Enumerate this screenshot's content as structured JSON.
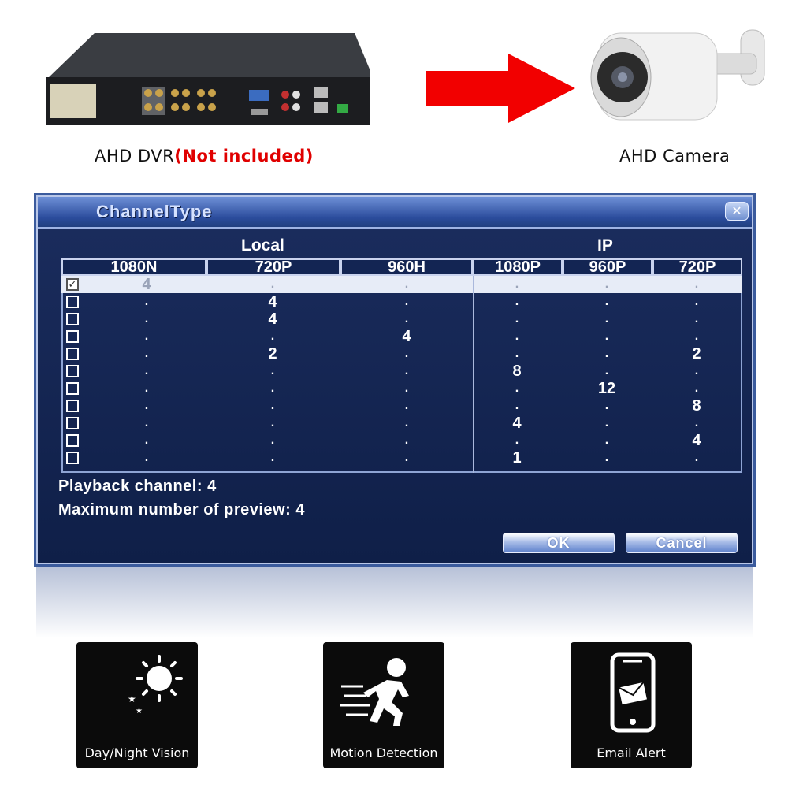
{
  "top": {
    "dvr_caption": "AHD DVR",
    "dvr_note": "(Not included)",
    "camera_caption": "AHD Camera",
    "arrow_color": "#f20000"
  },
  "dialog": {
    "title": "ChannelType",
    "close_icon": "close-x-icon",
    "group_local": "Local",
    "group_ip": "IP",
    "columns": [
      "1080N",
      "720P",
      "960H",
      "1080P",
      "960P",
      "720P"
    ],
    "rows": [
      {
        "checked": true,
        "values": [
          "4",
          ".",
          ".",
          ".",
          ".",
          "."
        ]
      },
      {
        "checked": false,
        "values": [
          ".",
          "4",
          ".",
          ".",
          ".",
          "."
        ]
      },
      {
        "checked": false,
        "values": [
          ".",
          "4",
          ".",
          ".",
          ".",
          "."
        ]
      },
      {
        "checked": false,
        "values": [
          ".",
          ".",
          "4",
          ".",
          ".",
          "."
        ]
      },
      {
        "checked": false,
        "values": [
          ".",
          "2",
          ".",
          ".",
          ".",
          "2"
        ]
      },
      {
        "checked": false,
        "values": [
          ".",
          ".",
          ".",
          "8",
          ".",
          "."
        ]
      },
      {
        "checked": false,
        "values": [
          ".",
          ".",
          ".",
          ".",
          "12",
          "."
        ]
      },
      {
        "checked": false,
        "values": [
          ".",
          ".",
          ".",
          ".",
          ".",
          "8"
        ]
      },
      {
        "checked": false,
        "values": [
          ".",
          ".",
          ".",
          "4",
          ".",
          "."
        ]
      },
      {
        "checked": false,
        "values": [
          ".",
          ".",
          ".",
          ".",
          ".",
          "4"
        ]
      },
      {
        "checked": false,
        "values": [
          ".",
          ".",
          ".",
          "1",
          ".",
          "."
        ]
      }
    ],
    "playback_channel": "Playback channel: 4",
    "max_preview": "Maximum number of preview: 4",
    "ok_label": "OK",
    "cancel_label": "Cancel",
    "colors": {
      "background": "#132553",
      "title_bar": "#2b4c9c",
      "selected_row": "#e7ecf7"
    }
  },
  "features": [
    {
      "label": "Day/Night Vision",
      "icon": "day-night-icon"
    },
    {
      "label": "Motion Detection",
      "icon": "running-man-icon"
    },
    {
      "label": "Email Alert",
      "icon": "phone-email-icon"
    }
  ]
}
